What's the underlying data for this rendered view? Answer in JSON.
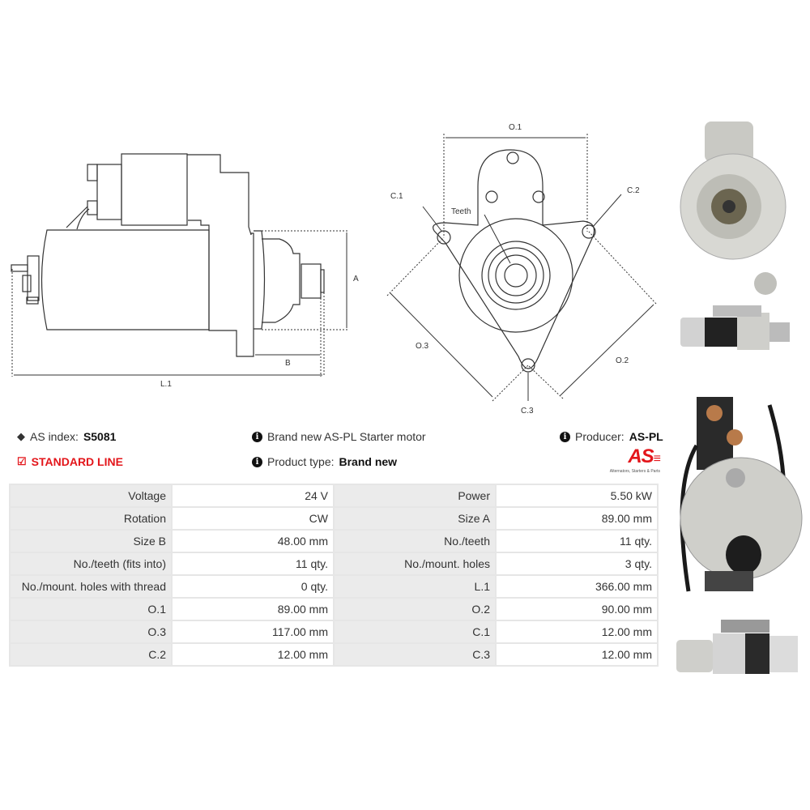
{
  "drawing_side": {
    "labels": {
      "a": "A",
      "b": "B",
      "l1": "L.1"
    }
  },
  "drawing_front": {
    "labels": {
      "o1": "O.1",
      "o2": "O.2",
      "o3": "O.3",
      "c1": "C.1",
      "c2": "C.2",
      "c3": "C.3",
      "teeth": "Teeth"
    }
  },
  "info": {
    "as_index_label": "AS index:",
    "as_index_value": "S5081",
    "line": "STANDARD LINE",
    "description": "Brand new AS-PL Starter motor",
    "product_type_label": "Product type:",
    "product_type_value": "Brand new",
    "producer_label": "Producer:",
    "producer_value": "AS-PL",
    "logo_text": "AS",
    "logo_tagline": "Alternators, Starters & Parts"
  },
  "colors": {
    "accent": "#e3161b"
  },
  "specs": [
    [
      "Voltage",
      "24 V",
      "Power",
      "5.50 kW"
    ],
    [
      "Rotation",
      "CW",
      "Size A",
      "89.00 mm"
    ],
    [
      "Size B",
      "48.00 mm",
      "No./teeth",
      "11 qty."
    ],
    [
      "No./teeth (fits into)",
      "11 qty.",
      "No./mount. holes",
      "3 qty."
    ],
    [
      "No./mount. holes with thread",
      "0 qty.",
      "L.1",
      "366.00 mm"
    ],
    [
      "O.1",
      "89.00 mm",
      "O.2",
      "90.00 mm"
    ],
    [
      "O.3",
      "117.00 mm",
      "C.1",
      "12.00 mm"
    ],
    [
      "C.2",
      "12.00 mm",
      "C.3",
      "12.00 mm"
    ]
  ]
}
